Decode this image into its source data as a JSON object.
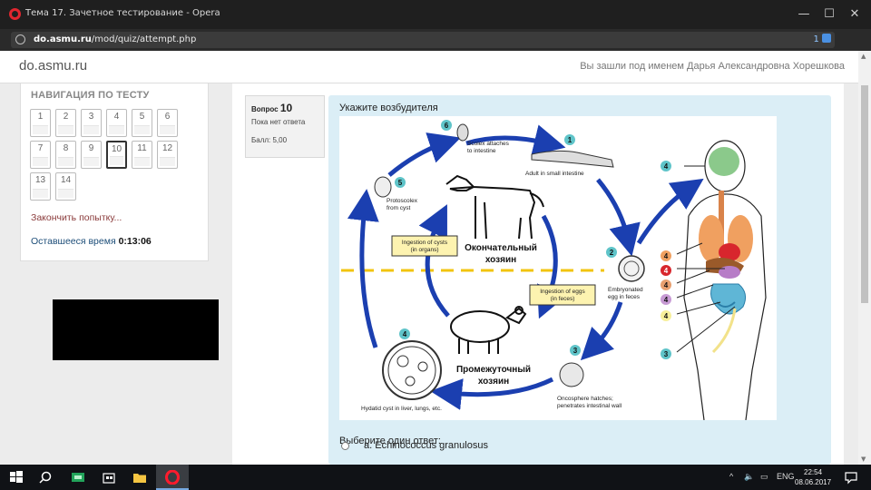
{
  "window": {
    "title": "Тема 17. Зачетное тестирование - Opera",
    "minimize": "—",
    "maximize": "☐",
    "close": "✕"
  },
  "address": {
    "host": "do.asmu.ru",
    "path": "/mod/quiz/attempt.php",
    "badge": "1"
  },
  "site": {
    "brand": "do.asmu.ru",
    "login_info": "Вы зашли под именем Дарья Александровна Хорешкова"
  },
  "nav": {
    "title": "НАВИГАЦИЯ ПО ТЕСТУ",
    "buttons": [
      "1",
      "2",
      "3",
      "4",
      "5",
      "6",
      "7",
      "8",
      "9",
      "10",
      "11",
      "12",
      "13",
      "14"
    ],
    "current": "10",
    "finish_label": "Закончить попытку...",
    "timer_label": "Оставшееся время",
    "timer_value": "0:13:06"
  },
  "question": {
    "label": "Вопрос",
    "number": "10",
    "state": "Пока нет ответа",
    "grade": "Балл: 5,00",
    "text": "Укажите возбудителя",
    "prompt": "Выберите один ответ:",
    "options": [
      "a. Echinococcus granulosus"
    ]
  },
  "diagram": {
    "step1": "Adult in small intestine",
    "step2_a": "Embryonated",
    "step2_b": "egg in feces",
    "step3_a": "Oncosphere hatches;",
    "step3_b": "penetrates intestinal wall",
    "step4": "Hydatid cyst in liver, lungs, etc.",
    "step5_a": "Protoscolex",
    "step5_b": "from cyst",
    "step6_a": "Scolex attaches",
    "step6_b": "to intestine",
    "box_cysts_a": "Ingestion of cysts",
    "box_cysts_b": "(in organs)",
    "box_eggs_a": "Ingestion of eggs",
    "box_eggs_b": "(in feces)",
    "definitive_a": "Окончательный",
    "definitive_b": "хозяин",
    "intermediate_a": "Промежуточный",
    "intermediate_b": "хозяин",
    "n1": "1",
    "n2": "2",
    "n3": "3",
    "n4": "4",
    "n5": "5",
    "n6": "6",
    "colors": {
      "arrow": "#1b3fb0",
      "teal": "#5fc4c9",
      "dashed": "#f2c40f"
    }
  },
  "taskbar": {
    "lang": "ENG",
    "time": "22:54",
    "date": "08.06.2017"
  }
}
